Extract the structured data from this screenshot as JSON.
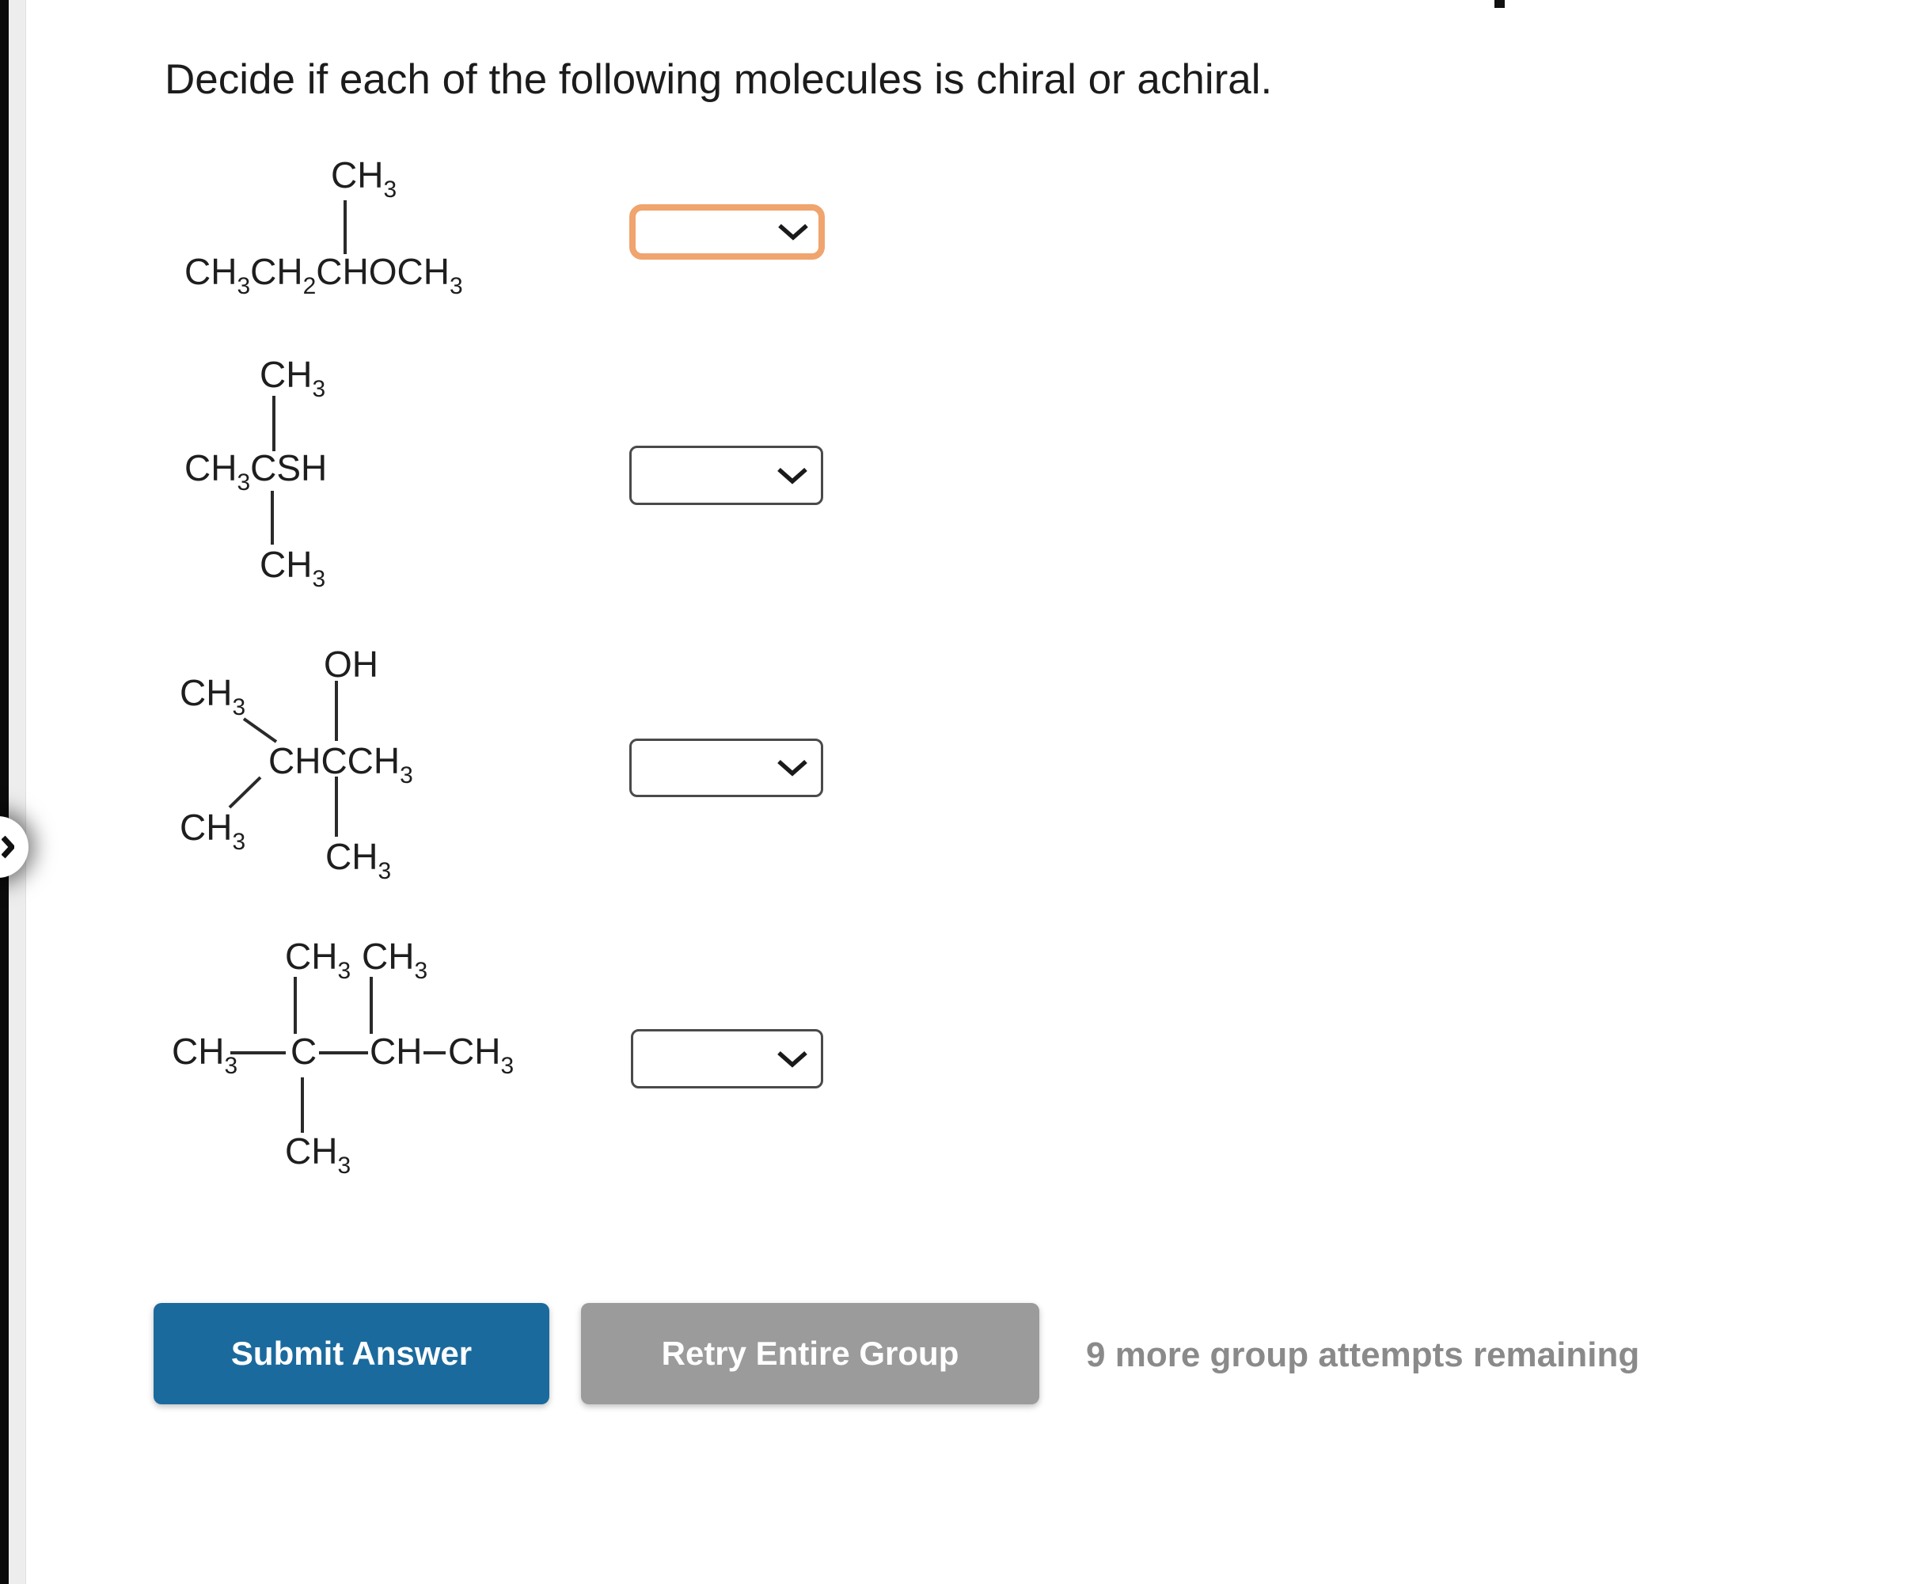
{
  "instruction": "Decide if each of the following molecules is chiral or achiral.",
  "molecules": {
    "m1": {
      "top": {
        "t": "CH",
        "s": "3"
      },
      "chain": [
        {
          "t": "CH",
          "s": "3"
        },
        {
          "t": "CH",
          "s": "2"
        },
        {
          "t": "CHOCH",
          "s": "3"
        }
      ]
    },
    "m2": {
      "top": {
        "t": "CH",
        "s": "3"
      },
      "chain": [
        {
          "t": "CH",
          "s": "3"
        },
        {
          "t": "CSH",
          "s": ""
        }
      ],
      "bottom": {
        "t": "CH",
        "s": "3"
      }
    },
    "m3": {
      "hydroxyl": "OH",
      "upper_left": {
        "t": "CH",
        "s": "3"
      },
      "chain": {
        "t": "CHCCH",
        "s": "3"
      },
      "lower_left": {
        "t": "CH",
        "s": "3"
      },
      "lower": {
        "t": "CH",
        "s": "3"
      }
    },
    "m4": {
      "top_left": {
        "t": "CH",
        "s": "3"
      },
      "top_right": {
        "t": "CH",
        "s": "3"
      },
      "left_end": {
        "t": "CH",
        "s": "3"
      },
      "center_c": "C",
      "ch": "CH",
      "right_end": {
        "t": "CH",
        "s": "3"
      },
      "bottom": {
        "t": "CH",
        "s": "3"
      }
    }
  },
  "dropdowns": [
    {
      "value": "",
      "state": "focused"
    },
    {
      "value": "",
      "state": "default"
    },
    {
      "value": "",
      "state": "default"
    },
    {
      "value": "",
      "state": "default"
    }
  ],
  "buttons": {
    "submit": "Submit Answer",
    "retry": "Retry Entire Group"
  },
  "attempts": "9 more group attempts remaining",
  "icons": {
    "dropdown": "chevron-down-icon",
    "panel_toggle": "chevron-right-icon"
  },
  "colors": {
    "focus_border_orange": "#F0A46E",
    "submit_blue": "#1B6A9D",
    "retry_gray": "#9B9B9B",
    "attempts_text_gray": "#8A8A8A"
  }
}
